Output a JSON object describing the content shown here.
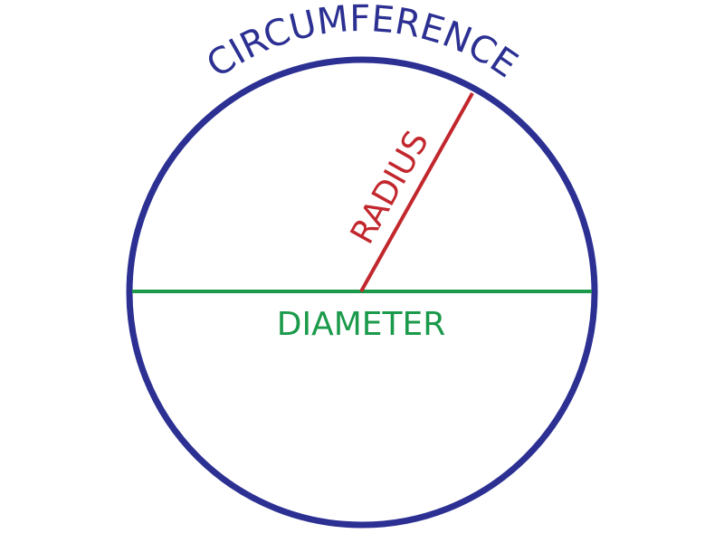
{
  "labels": {
    "circumference": "CIRCUMFERENCE",
    "radius": "RADIUS",
    "diameter": "DIAMETER"
  },
  "colors": {
    "circumference": "#2b3092",
    "radius": "#c1272d",
    "diameter": "#1a9a4a",
    "background": "#ffffff"
  }
}
